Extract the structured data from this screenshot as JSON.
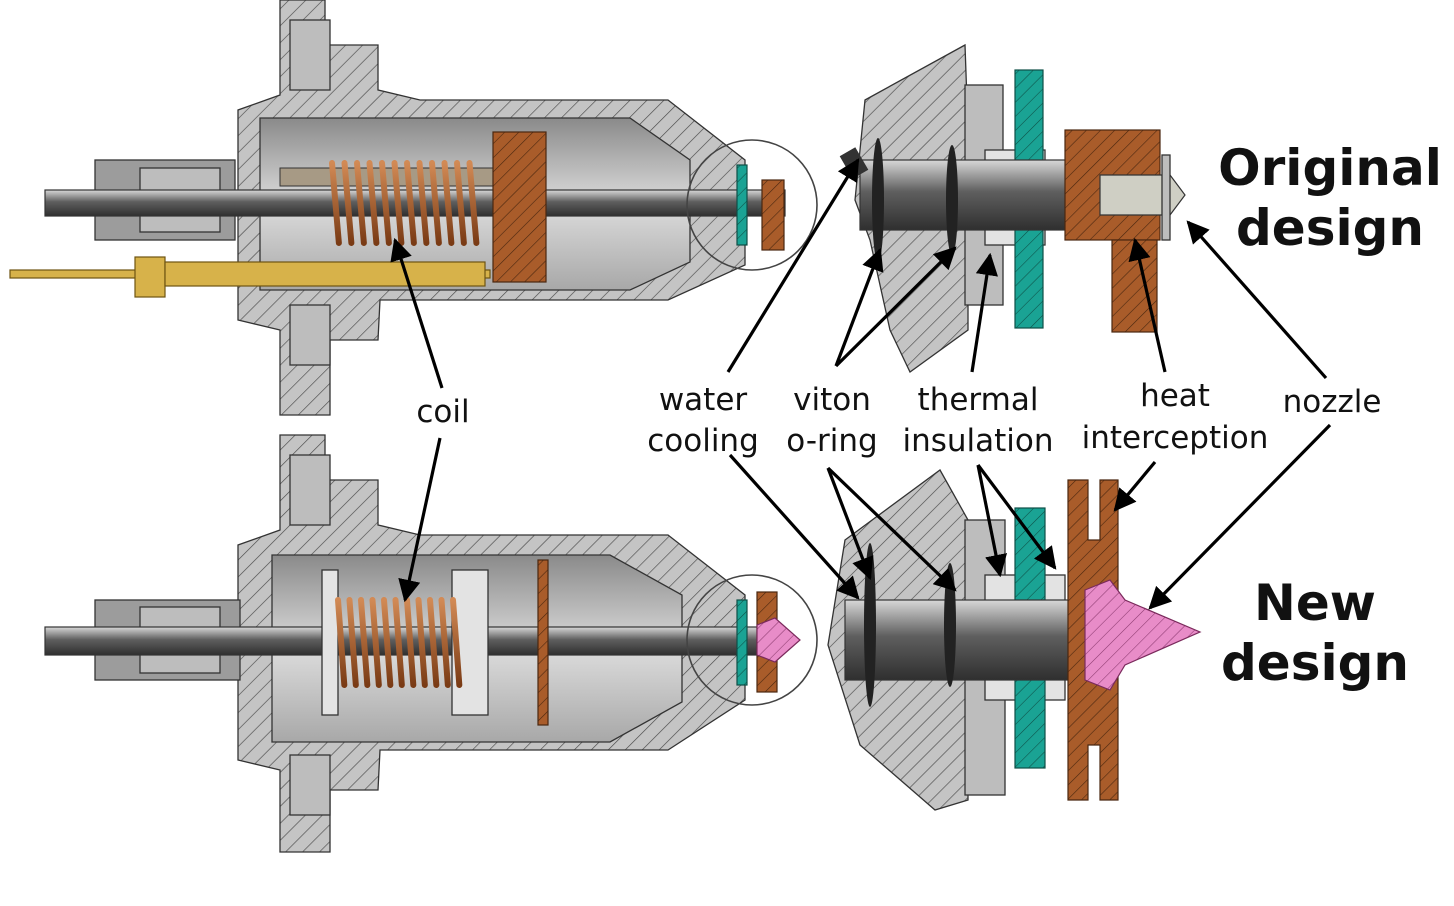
{
  "labels": {
    "coil": "coil",
    "water_cooling": [
      "water",
      "cooling"
    ],
    "viton_oring": [
      "viton",
      "o-ring"
    ],
    "thermal_insulation": [
      "thermal",
      "insulation"
    ],
    "heat_interception": [
      "heat",
      "interception"
    ],
    "nozzle": "nozzle"
  },
  "titles": {
    "original": [
      "Original",
      "design"
    ],
    "new": [
      "New",
      "design"
    ]
  },
  "colors": {
    "copper": "#b5652f",
    "teal": "#1aa394",
    "pink": "#e88cc8",
    "gold": "#d7b24a",
    "steel": "#bdbdbd"
  }
}
